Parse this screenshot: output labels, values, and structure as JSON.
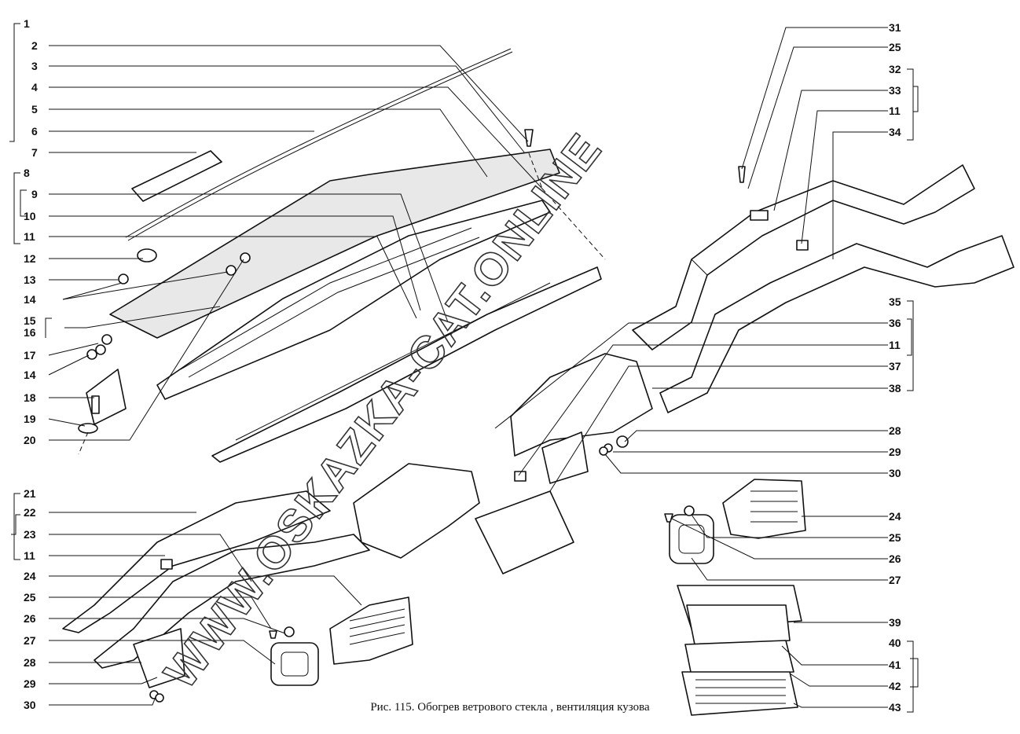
{
  "caption": "Рис. 115. Обогрев ветрового стекла , вентиляция кузова",
  "watermark": "WWW.OSKAZKA-CAT.ONLINE",
  "callouts": {
    "left": [
      "1",
      "2",
      "3",
      "4",
      "5",
      "6",
      "7",
      "8",
      "9",
      "10",
      "11",
      "12",
      "13",
      "14",
      "15",
      "16",
      "17",
      "14",
      "18",
      "19",
      "20",
      "21",
      "22",
      "23",
      "11",
      "24",
      "25",
      "26",
      "27",
      "28",
      "29",
      "30"
    ],
    "right": [
      "31",
      "25",
      "32",
      "33",
      "11",
      "34",
      "35",
      "36",
      "11",
      "37",
      "38",
      "28",
      "29",
      "30",
      "24",
      "25",
      "26",
      "27",
      "39",
      "40",
      "41",
      "42",
      "43"
    ]
  }
}
